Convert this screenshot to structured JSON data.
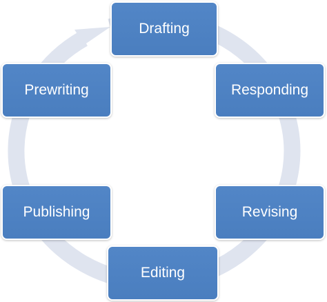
{
  "diagram": {
    "stages": [
      {
        "label": "Drafting"
      },
      {
        "label": "Responding"
      },
      {
        "label": "Revising"
      },
      {
        "label": "Editing"
      },
      {
        "label": "Publishing"
      },
      {
        "label": "Prewriting"
      }
    ],
    "colors": {
      "box_fill": "#4f81c3",
      "box_border": "#ffffff",
      "box_text": "#ffffff",
      "ring": "#dfe4ef"
    },
    "ring_direction": "clockwise"
  }
}
